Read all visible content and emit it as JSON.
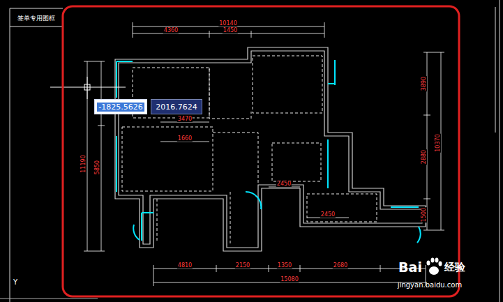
{
  "diagram": {
    "nodes": [
      {
        "text": [
          "签单专用图框"
        ]
      },
      {
        "text": [
          "-1825.5626"
        ]
      },
      {
        "text": [
          "2016.7624"
        ]
      }
    ],
    "labels": [
      "10140",
      "4360",
      "1450",
      "11190",
      "5850",
      "10370",
      "3890",
      "2880",
      "1500",
      "4810",
      "2150",
      "1350",
      "2680",
      "15080",
      "3470",
      "2450",
      "2450",
      "1660",
      "Y",
      "Bai",
      "经验",
      "jingyan.baidu.com"
    ]
  }
}
